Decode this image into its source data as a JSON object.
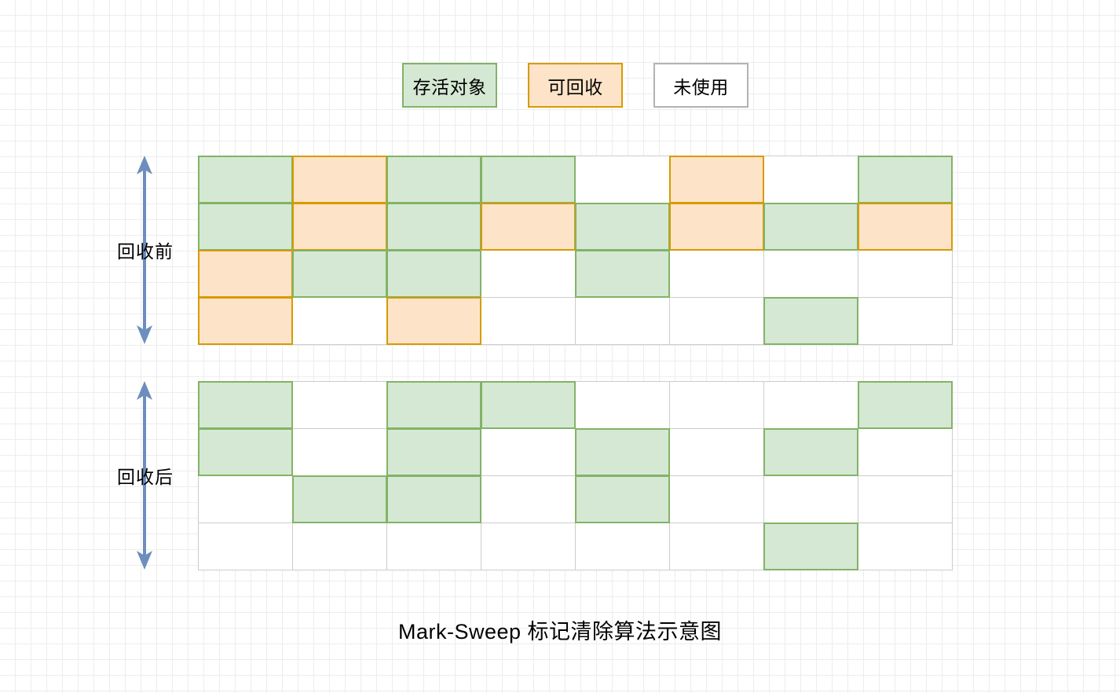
{
  "title": "Mark-Sweep 标记清除算法示意图",
  "legend": {
    "items": [
      {
        "label": "存活对象",
        "kind": "live",
        "fill": "#d5e8d4",
        "stroke": "#82b366"
      },
      {
        "label": "可回收",
        "kind": "garbage",
        "fill": "#fde3c8",
        "stroke": "#d79b00"
      },
      {
        "label": "未使用",
        "kind": "unused",
        "fill": "#ffffff",
        "stroke": "#b3b3b3"
      }
    ]
  },
  "phases": [
    {
      "id": "before",
      "label": "回收前",
      "arrow_color": "#6c8ebf"
    },
    {
      "id": "after",
      "label": "回收后",
      "arrow_color": "#6c8ebf"
    }
  ],
  "heaps": {
    "before": {
      "rows": 4,
      "cols": 8,
      "cells": [
        [
          "live",
          "garbage",
          "live",
          "live",
          "unused",
          "garbage",
          "unused",
          "live"
        ],
        [
          "live",
          "garbage",
          "live",
          "garbage",
          "live",
          "garbage",
          "live",
          "garbage"
        ],
        [
          "garbage",
          "live",
          "live",
          "unused",
          "live",
          "unused",
          "unused",
          "unused"
        ],
        [
          "garbage",
          "unused",
          "garbage",
          "unused",
          "unused",
          "unused",
          "live",
          "unused"
        ]
      ]
    },
    "after": {
      "rows": 4,
      "cols": 8,
      "cells": [
        [
          "live",
          "unused",
          "live",
          "live",
          "unused",
          "unused",
          "unused",
          "live"
        ],
        [
          "live",
          "unused",
          "live",
          "unused",
          "live",
          "unused",
          "live",
          "unused"
        ],
        [
          "unused",
          "live",
          "live",
          "unused",
          "live",
          "unused",
          "unused",
          "unused"
        ],
        [
          "unused",
          "unused",
          "unused",
          "unused",
          "unused",
          "unused",
          "live",
          "unused"
        ]
      ]
    }
  },
  "colors": {
    "live_fill": "#d5e8d4",
    "live_stroke": "#82b366",
    "garbage_fill": "#fde3c8",
    "garbage_stroke": "#d79b00",
    "unused_fill": "#ffffff",
    "unused_stroke": "#cccccc",
    "arrow": "#6c8ebf",
    "background": "#ffffff",
    "grid_minor": "#ededed",
    "grid_major": "#d8d8d8"
  }
}
